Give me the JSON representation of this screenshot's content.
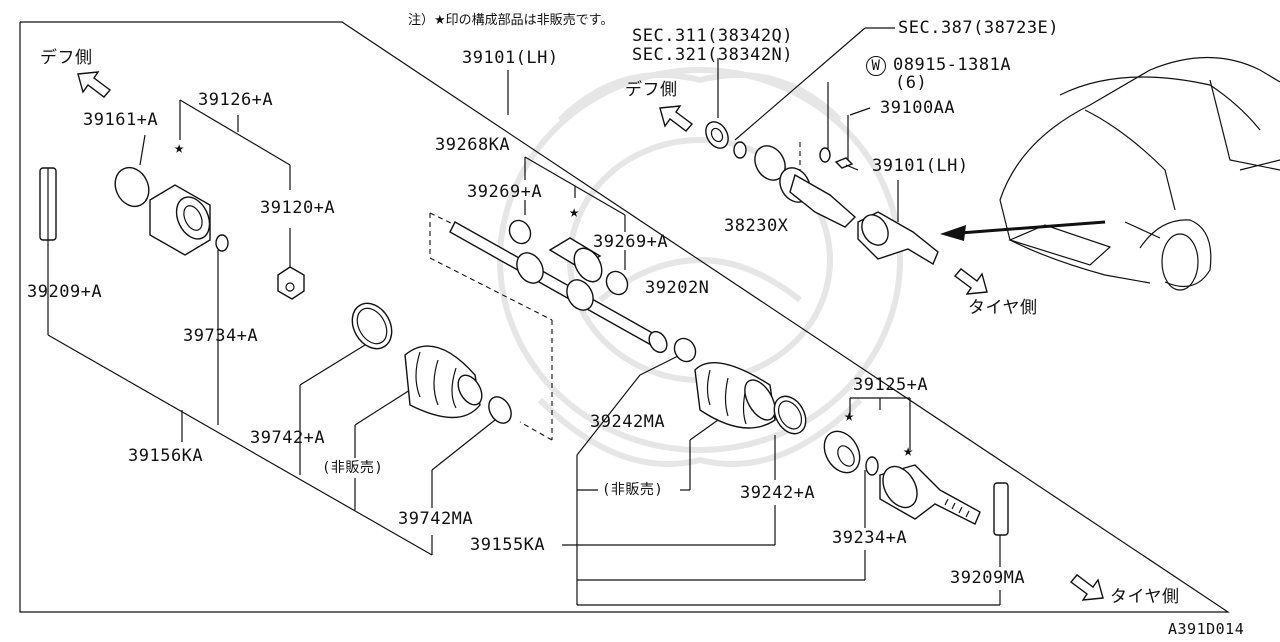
{
  "note": "注）★印の構成部品は非販売です。",
  "diagram_code": "A391D014",
  "sections": {
    "sec311": "SEC.311(38342Q)",
    "sec321": "SEC.321(38342N)",
    "sec387": "SEC.387(38723E)"
  },
  "directions": {
    "diff_left": "デフ側",
    "diff_mid": "デフ側",
    "tire_mid": "タイヤ側",
    "tire_bottom": "タイヤ側"
  },
  "parts": {
    "p39101_top": "39101(LH)",
    "p39101_right": "39101(LH)",
    "p39126": "39126+A",
    "p39161": "39161+A",
    "p39120": "39120+A",
    "p39209": "39209+A",
    "p39734": "39734+A",
    "p39156": "39156KA",
    "p39742a": "39742+A",
    "p39742ma": "39742MA",
    "p39268": "39268KA",
    "p39269a": "39269+A",
    "p39269b": "39269+A",
    "p39202": "39202N",
    "p39242ma": "39242MA",
    "p39242a": "39242+A",
    "p39155": "39155KA",
    "p39125": "39125+A",
    "p39234": "39234+A",
    "p39209ma": "39209MA",
    "p38230": "38230X",
    "p08915": "08915-1381A",
    "p08915_qty": "(6)",
    "p08915_marker": "W",
    "p39100": "39100AA",
    "not_sold_1": "(非販売)",
    "not_sold_2": "(非販売)"
  },
  "star_marker": "★"
}
